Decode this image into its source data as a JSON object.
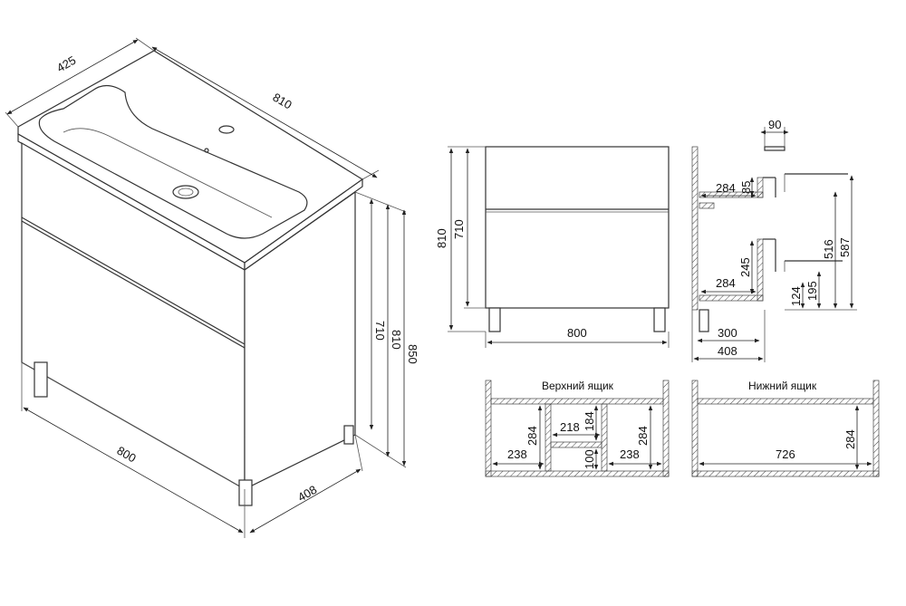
{
  "iso_view": {
    "dim_depth": "425",
    "dim_top_width": "810",
    "dim_front_width": "800",
    "dim_side_depth": "408",
    "dim_body_height": "710",
    "dim_total_810": "810",
    "dim_total_850": "850"
  },
  "front_view": {
    "dim_height_810": "810",
    "dim_height_710": "710",
    "dim_width": "800"
  },
  "side_view": {
    "dim_90": "90",
    "dim_85": "85",
    "dim_284_upper": "284",
    "dim_245": "245",
    "dim_284_lower": "284",
    "dim_124": "124",
    "dim_195": "195",
    "dim_516": "516",
    "dim_587": "587",
    "dim_300": "300",
    "dim_408": "408"
  },
  "upper_drawer": {
    "title": "Верхний ящик",
    "dim_218": "218",
    "dim_184": "184",
    "dim_284_left": "284",
    "dim_284_right": "284",
    "dim_238_left": "238",
    "dim_238_right": "238",
    "dim_100": "100"
  },
  "lower_drawer": {
    "title": "Нижний ящик",
    "dim_726": "726",
    "dim_284": "284"
  }
}
